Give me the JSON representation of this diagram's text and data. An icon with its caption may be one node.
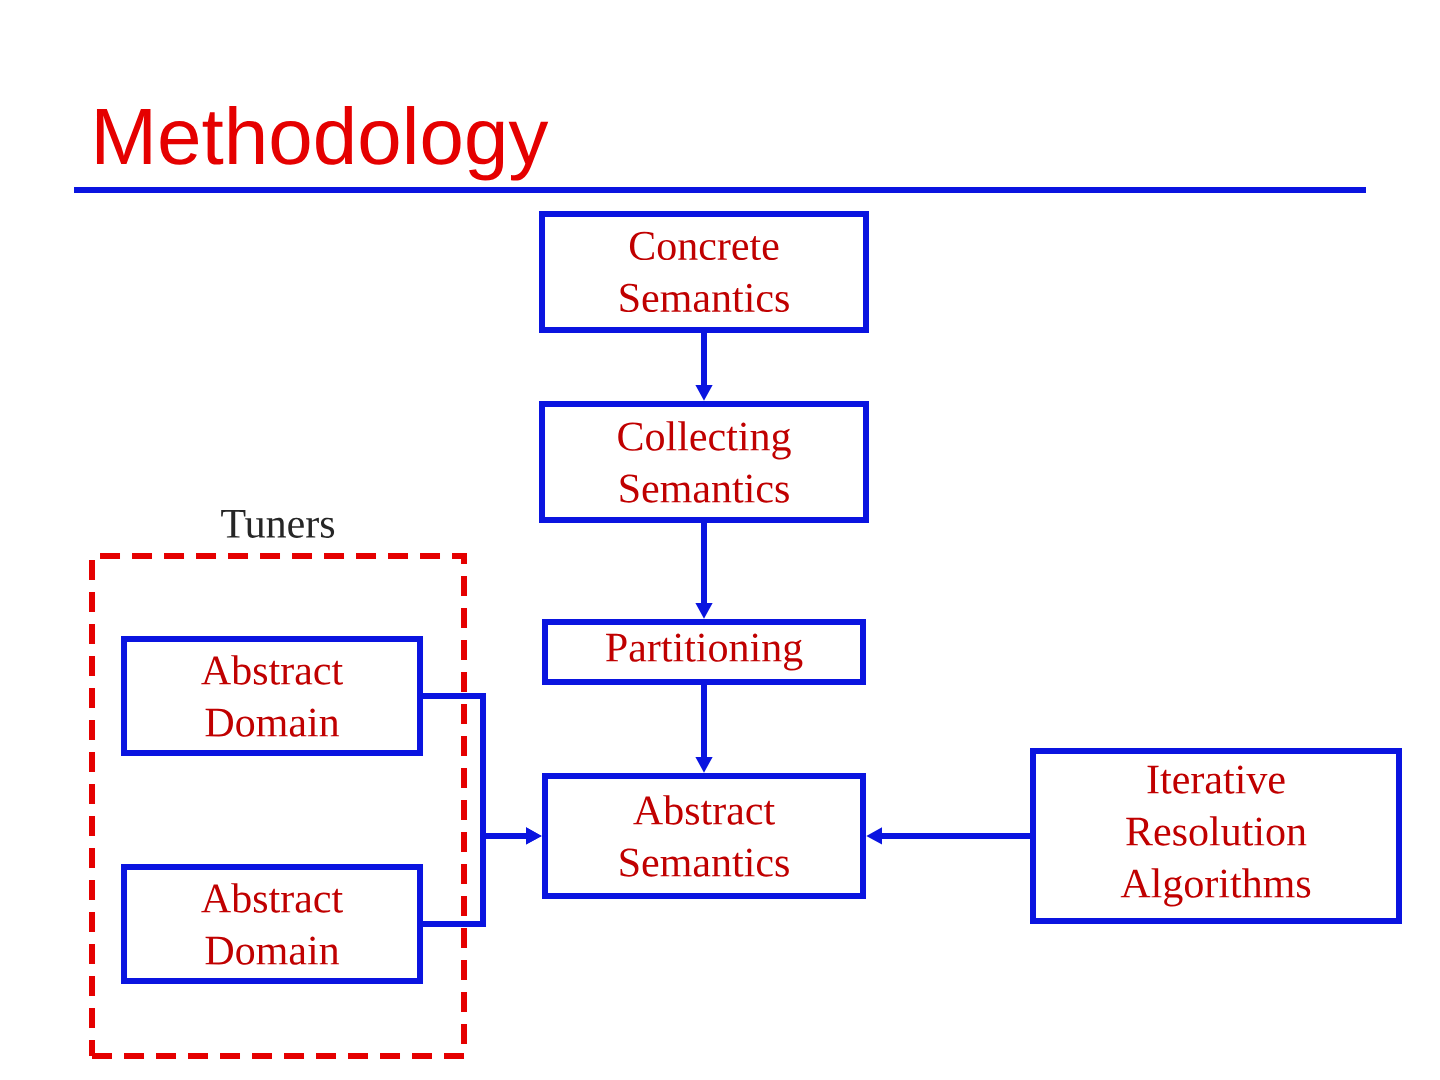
{
  "diagram": {
    "title": "Methodology",
    "nodes": [
      {
        "text": [
          "Concrete Semantics"
        ]
      },
      {
        "text": [
          "Collecting Semantics"
        ]
      },
      {
        "text": [
          "Tuners"
        ]
      },
      {
        "text": [
          "Abstract Domain"
        ],
        "in": 2
      },
      {
        "text": [
          "Abstract Domain"
        ],
        "in": 2
      },
      {
        "text": [
          "Partitioning"
        ]
      },
      {
        "text": [
          "Abstract Semantics"
        ]
      },
      {
        "text": [
          "Iterative Resolution Algorithms"
        ]
      }
    ],
    "edges": [
      {
        "from": 0,
        "to": 1,
        "arrow": "to"
      },
      {
        "from": 1,
        "to": 5,
        "arrow": "to"
      },
      {
        "from": 5,
        "to": 6,
        "arrow": "to"
      },
      {
        "from": 3,
        "to": 6,
        "arrow": "to"
      },
      {
        "from": 4,
        "to": 6,
        "arrow": "to"
      },
      {
        "from": 7,
        "to": 6,
        "arrow": "to"
      }
    ]
  }
}
